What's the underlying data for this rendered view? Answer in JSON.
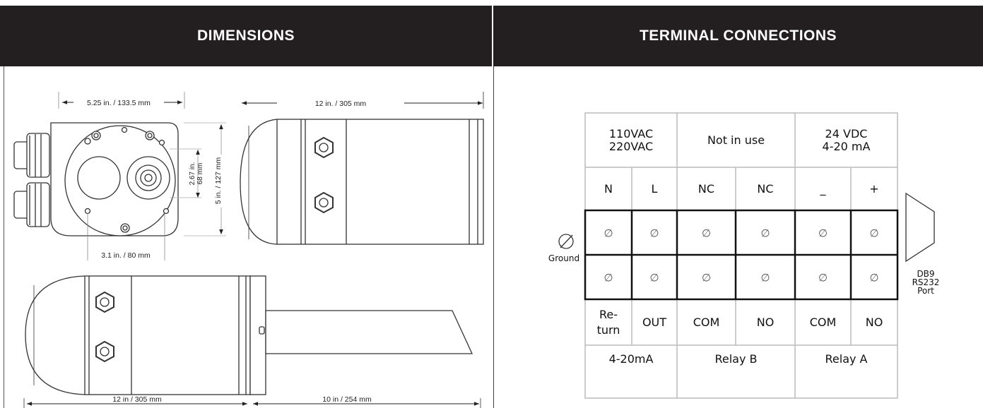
{
  "headers": {
    "dimensions": "DIMENSIONS",
    "terminal": "TERMINAL CONNECTIONS"
  },
  "dimensions": {
    "width_top": "5.25 in. / 133.5 mm",
    "length_side": "12 in. / 305 mm",
    "center_height": "2.67 in. 68 mm",
    "center_height_l1": "2.67 in.",
    "center_height_l2": "68 mm",
    "height": "5 in. / 127 mm",
    "bolt_spacing": "3.1 in. / 80 mm",
    "length_bottom": "12 in / 305 mm",
    "probe_length": "10 in / 254 mm"
  },
  "terminal": {
    "groups_top": [
      "110VAC 220VAC",
      "Not in use",
      "24 VDC 4-20 mA"
    ],
    "groups_top_lines": [
      [
        "110VAC",
        "220VAC"
      ],
      [
        "Not in use"
      ],
      [
        "24 VDC",
        "4-20 mA"
      ]
    ],
    "top_pins": [
      "N",
      "L",
      "NC",
      "NC",
      "_",
      "+"
    ],
    "terminal_symbol": "∅",
    "bottom_pins": [
      "Re-turn",
      "OUT",
      "COM",
      "NO",
      "COM",
      "NO"
    ],
    "bottom_pins_lines": [
      [
        "Re-",
        "turn"
      ],
      [
        "OUT"
      ],
      [
        "COM"
      ],
      [
        "NO"
      ],
      [
        "COM"
      ],
      [
        "NO"
      ]
    ],
    "groups_bottom": [
      "4-20mA",
      "Relay B",
      "Relay A"
    ],
    "ground_label": "Ground",
    "port_label": "DB9 RS232 Port",
    "port_label_lines": [
      "DB9",
      "RS232",
      "Port"
    ]
  }
}
